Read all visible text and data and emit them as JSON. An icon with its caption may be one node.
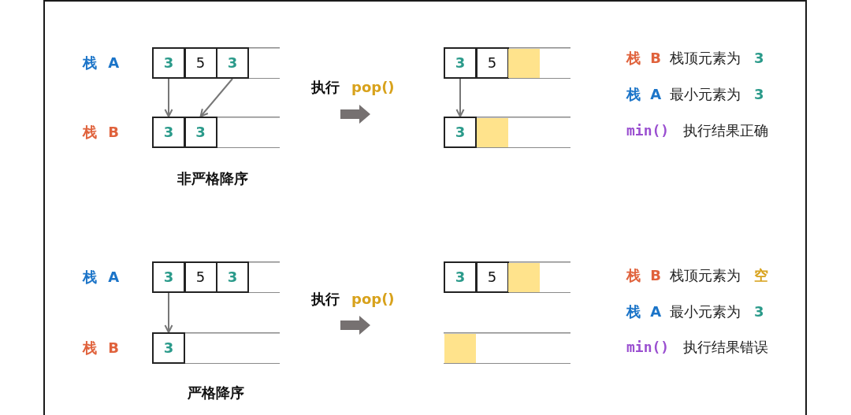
{
  "diagram": {
    "nodes": [
      {
        "text": [
          "栈 A"
        ]
      },
      {
        "text": [
          "3"
        ],
        "in": 0
      },
      {
        "text": [
          "5"
        ],
        "in": 0
      },
      {
        "text": [
          "3"
        ],
        "in": 0
      },
      {
        "text": [],
        "shape": "bar"
      },
      {
        "text": [
          "3"
        ],
        "in": 4
      },
      {
        "text": [
          "5"
        ],
        "in": 4
      },
      {
        "text": [],
        "shape": "box",
        "in": 4
      },
      {
        "text": [
          "栈 B"
        ]
      },
      {
        "text": [
          "3"
        ],
        "in": 8
      },
      {
        "text": [
          "3"
        ],
        "in": 8
      },
      {
        "text": [],
        "shape": "bar"
      },
      {
        "text": [
          "3"
        ],
        "in": 11
      },
      {
        "text": [],
        "shape": "box",
        "in": 11
      },
      {
        "text": [
          "栈 A"
        ]
      },
      {
        "text": [
          "3"
        ],
        "in": 14
      },
      {
        "text": [
          "5"
        ],
        "in": 14
      },
      {
        "text": [
          "3"
        ],
        "in": 14
      },
      {
        "text": [],
        "shape": "bar"
      },
      {
        "text": [
          "3"
        ],
        "in": 18
      },
      {
        "text": [
          "5"
        ],
        "in": 18
      },
      {
        "text": [],
        "shape": "box",
        "in": 18
      },
      {
        "text": [
          "栈 B"
        ]
      },
      {
        "text": [
          "3"
        ],
        "in": 22
      },
      {
        "text": [],
        "shape": "bar"
      },
      {
        "text": [],
        "shape": "box",
        "in": 24
      }
    ],
    "edges": [
      {
        "from": 1,
        "to": 9,
        "arrow": "to"
      },
      {
        "from": 3,
        "to": 10,
        "arrow": "to"
      },
      {
        "from": 5,
        "to": 12,
        "arrow": "to"
      },
      {
        "from": 15,
        "to": 23,
        "arrow": "to"
      }
    ],
    "labels": [
      "执行",
      "pop()",
      "栈 B",
      "栈顶元素为",
      "3",
      "栈 A",
      "最小元素为",
      "3",
      "min()",
      "执行结果正确",
      "非严格降序",
      "执行",
      "pop()",
      "栈 B",
      "栈顶元素为",
      "空",
      "栈 A",
      "最小元素为",
      "3",
      "min()",
      "执行结果错误",
      "严格降序"
    ]
  }
}
